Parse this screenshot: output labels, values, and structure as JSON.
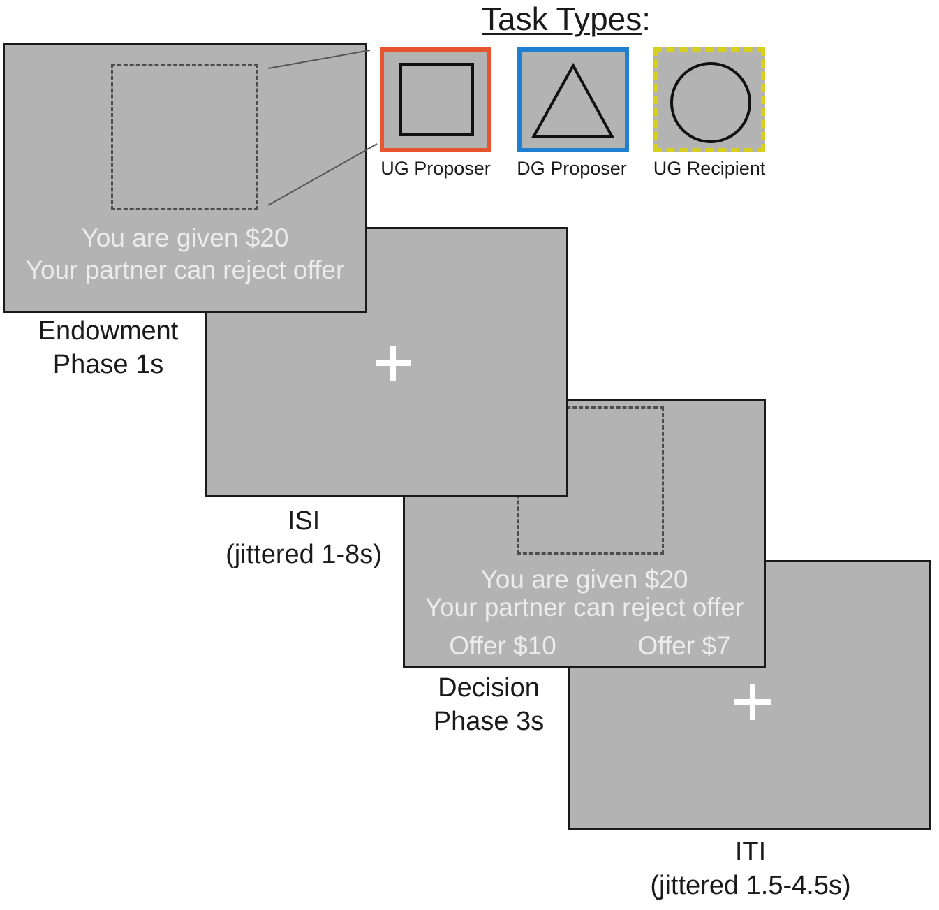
{
  "task_types": {
    "title": "Task Types",
    "title_suffix": ":",
    "items": [
      {
        "label": "UG Proposer",
        "shape": "square-icon",
        "border_color": "#e8542f"
      },
      {
        "label": "DG Proposer",
        "shape": "triangle-icon",
        "border_color": "#1f7fd0"
      },
      {
        "label": "UG Recipient",
        "shape": "circle-icon",
        "border_color": "#d6cf1e"
      }
    ]
  },
  "endowment": {
    "line1": "You are given $20",
    "line2": "Your partner can reject offer",
    "caption_line1": "Endowment",
    "caption_line2": "Phase 1s"
  },
  "isi": {
    "caption_line1": "ISI",
    "caption_line2": "(jittered 1-8s)"
  },
  "decision": {
    "line1": "You are given $20",
    "line2": "Your partner can reject offer",
    "offer_left": "Offer $10",
    "offer_right": "Offer $7",
    "caption_line1": "Decision",
    "caption_line2": "Phase 3s"
  },
  "iti": {
    "caption_line1": "ITI",
    "caption_line2": "(jittered 1.5-4.5s)"
  },
  "colors": {
    "screen_fill": "#b3b3b3",
    "screen_border": "#1a1a1a",
    "screen_text": "#ececec",
    "fixation_cross": "#ffffff"
  }
}
